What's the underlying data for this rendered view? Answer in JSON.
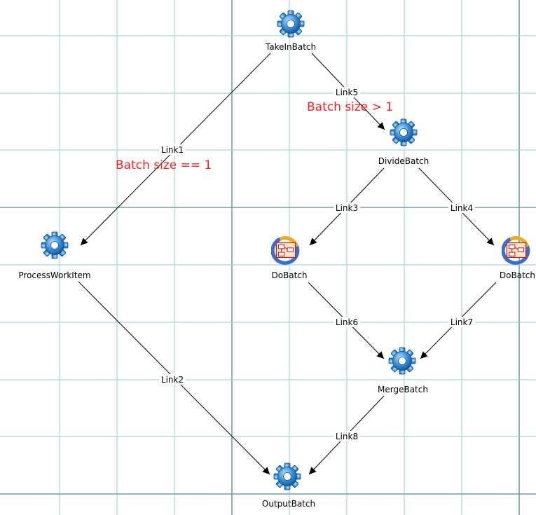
{
  "nodes": [
    {
      "id": "TakeInBatch",
      "label": "TakeInBatch",
      "icon": "gear-icon"
    },
    {
      "id": "DivideBatch",
      "label": "DivideBatch",
      "icon": "gear-icon"
    },
    {
      "id": "ProcessWorkItem",
      "label": "ProcessWorkItem",
      "icon": "gear-icon"
    },
    {
      "id": "DoBatch1",
      "label": "DoBatch",
      "icon": "subprocess-icon"
    },
    {
      "id": "DoBatch2",
      "label": "DoBatch",
      "icon": "subprocess-icon"
    },
    {
      "id": "MergeBatch",
      "label": "MergeBatch",
      "icon": "gear-icon"
    },
    {
      "id": "OutputBatch",
      "label": "OutputBatch",
      "icon": "gear-icon"
    }
  ],
  "links": [
    {
      "label": "Link1",
      "from": "TakeInBatch",
      "to": "ProcessWorkItem"
    },
    {
      "label": "Link5",
      "from": "TakeInBatch",
      "to": "DivideBatch"
    },
    {
      "label": "Link3",
      "from": "DivideBatch",
      "to": "DoBatch1"
    },
    {
      "label": "Link4",
      "from": "DivideBatch",
      "to": "DoBatch2"
    },
    {
      "label": "Link2",
      "from": "ProcessWorkItem",
      "to": "OutputBatch"
    },
    {
      "label": "Link6",
      "from": "DoBatch1",
      "to": "MergeBatch"
    },
    {
      "label": "Link7",
      "from": "DoBatch2",
      "to": "MergeBatch"
    },
    {
      "label": "Link8",
      "from": "MergeBatch",
      "to": "OutputBatch"
    }
  ],
  "conditions": {
    "link5": "Batch size > 1",
    "link1": "Batch size == 1"
  },
  "colors": {
    "grid_minor": "#a8d4d4",
    "grid_major": "#6f9fa6",
    "condition_text": "#ff2020",
    "gear_blue": "#3a8fd6"
  }
}
